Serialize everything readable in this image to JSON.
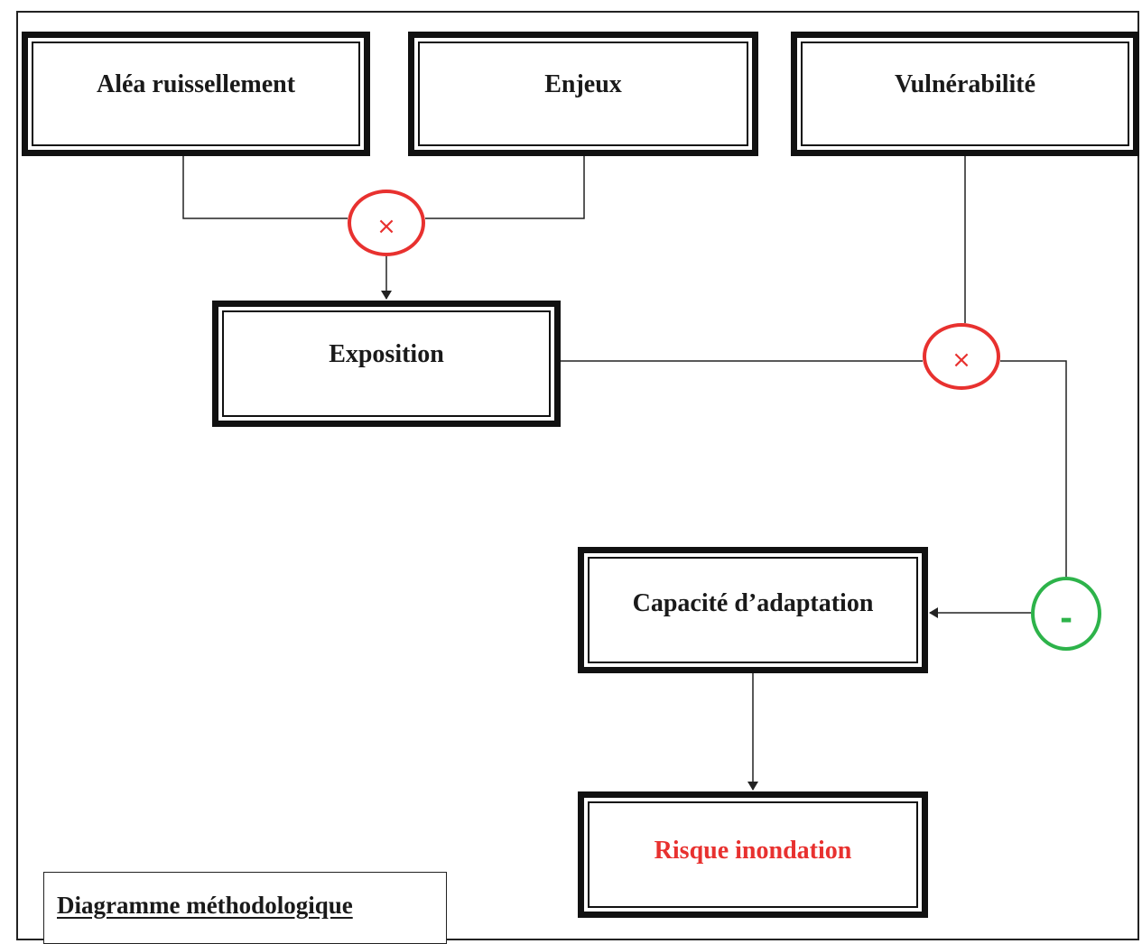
{
  "nodes": {
    "alea": "Aléa ruissellement",
    "enjeux": "Enjeux",
    "vulnerabilite": "Vulnérabilité",
    "exposition": "Exposition",
    "capacite": "Capacité d’adaptation",
    "risque": "Risque inondation"
  },
  "operators": {
    "multiply_1": "×",
    "multiply_2": "×",
    "minus_1": "-"
  },
  "legend": {
    "title": "Diagramme méthodologique"
  },
  "colors": {
    "multiply_operator": "#e8312f",
    "minus_operator": "#2db34a",
    "result_text": "#e8312f",
    "box_border": "#111111"
  },
  "edges": [
    {
      "from": "Aléa ruissellement",
      "to": "×",
      "arrow": false
    },
    {
      "from": "Enjeux",
      "to": "×",
      "arrow": false
    },
    {
      "from": "×",
      "to": "Exposition",
      "arrow": true
    },
    {
      "from": "Vulnérabilité",
      "to": "×",
      "arrow": false
    },
    {
      "from": "Exposition",
      "to": "×",
      "arrow": false
    },
    {
      "from": "×",
      "to": "-",
      "arrow": false
    },
    {
      "from": "-",
      "to": "Capacité d’adaptation",
      "arrow": true
    },
    {
      "from": "Capacité d’adaptation",
      "to": "Risque inondation",
      "arrow": true
    }
  ]
}
